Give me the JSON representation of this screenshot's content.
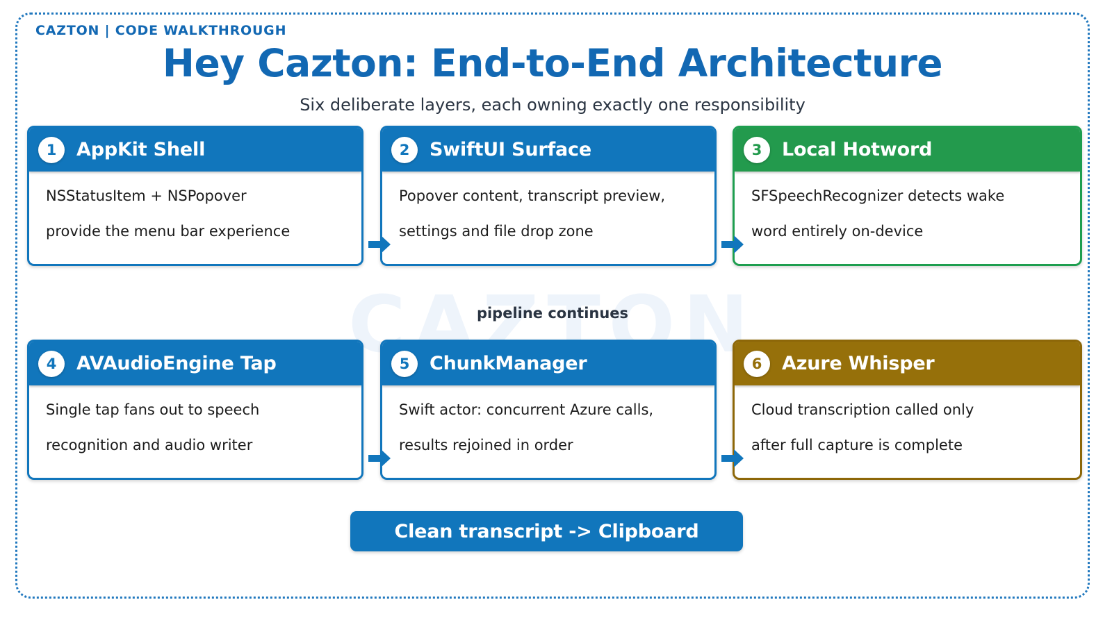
{
  "header": {
    "eyebrow": "CAZTON  |  CODE WALKTHROUGH",
    "title": "Hey Cazton: End-to-End Architecture",
    "subtitle": "Six deliberate layers, each owning exactly one responsibility"
  },
  "watermark": "CAZTON",
  "pipeline_label": "pipeline continues",
  "colors": {
    "brand_blue": "#1176bc",
    "title_blue": "#1268b3",
    "green": "#239a4d",
    "green_border": "#1e9e4f",
    "gold": "#96700a",
    "gold_border": "#8d6708",
    "body_text": "#1c1c1c",
    "frame_dotted": "#2178be",
    "watermark_fill": "#eef4fb"
  },
  "rows": [
    {
      "cards": [
        {
          "number": "1",
          "title": "AppKit Shell",
          "accent": "blue",
          "lines": [
            "NSStatusItem + NSPopover",
            "provide the menu bar experience"
          ]
        },
        {
          "number": "2",
          "title": "SwiftUI Surface",
          "accent": "blue",
          "lines": [
            "Popover content, transcript preview,",
            "settings and file drop zone"
          ]
        },
        {
          "number": "3",
          "title": "Local Hotword",
          "accent": "green",
          "lines": [
            "SFSpeechRecognizer detects wake",
            "word entirely on-device"
          ]
        }
      ]
    },
    {
      "cards": [
        {
          "number": "4",
          "title": "AVAudioEngine Tap",
          "accent": "blue",
          "lines": [
            "Single tap fans out to speech",
            "recognition and audio writer"
          ]
        },
        {
          "number": "5",
          "title": "ChunkManager",
          "accent": "blue",
          "lines": [
            "Swift actor: concurrent Azure calls,",
            "results rejoined in order"
          ]
        },
        {
          "number": "6",
          "title": "Azure Whisper",
          "accent": "gold",
          "lines": [
            "Cloud transcription called only",
            "after full capture is complete"
          ]
        }
      ]
    }
  ],
  "cta": {
    "label": "Clean transcript -> Clipboard"
  }
}
